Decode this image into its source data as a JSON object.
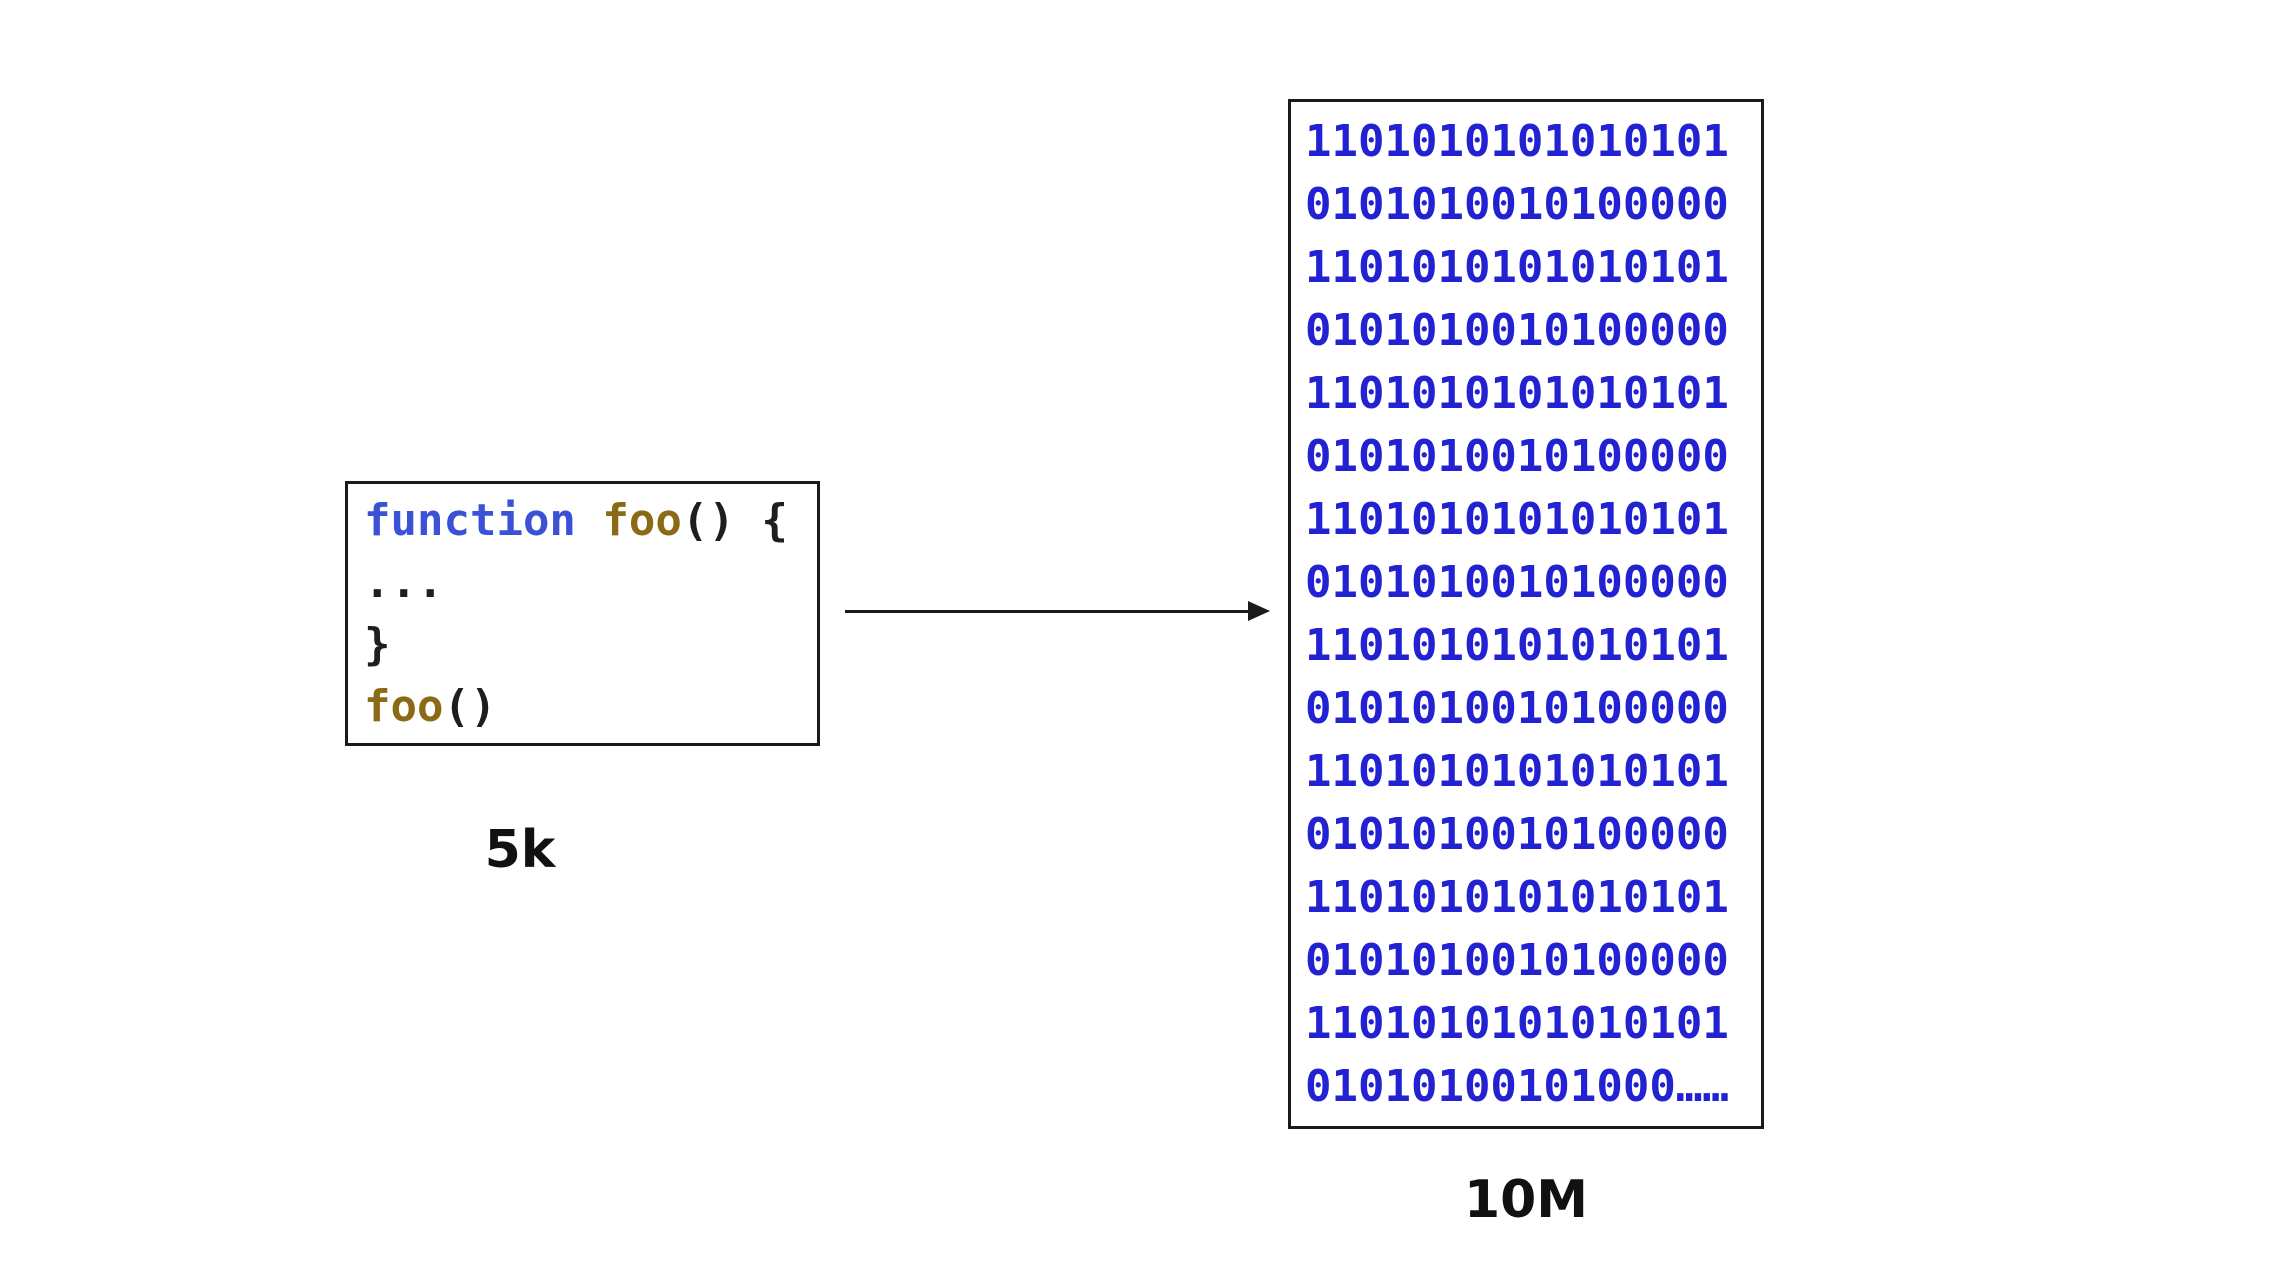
{
  "source": {
    "line1": {
      "keyword": "function ",
      "name": "foo",
      "rest": "() {"
    },
    "line2": "...",
    "line3": "}",
    "line4": {
      "name": "foo",
      "rest": "()"
    },
    "size_label": "5k"
  },
  "binary": {
    "lines": [
      "1101010101010101",
      "0101010010100000",
      "1101010101010101",
      "0101010010100000",
      "1101010101010101",
      "0101010010100000",
      "1101010101010101",
      "0101010010100000",
      "1101010101010101",
      "0101010010100000",
      "1101010101010101",
      "0101010010100000",
      "1101010101010101",
      "0101010010100000",
      "1101010101010101",
      "01010100101000……"
    ],
    "size_label": "10M"
  },
  "colors": {
    "binary_text": "#2222d2",
    "keyword": "#3b51d6",
    "function_name": "#8a6a15",
    "box_border": "#1a1a1a",
    "label_text": "#111111",
    "background": "#ffffff"
  }
}
